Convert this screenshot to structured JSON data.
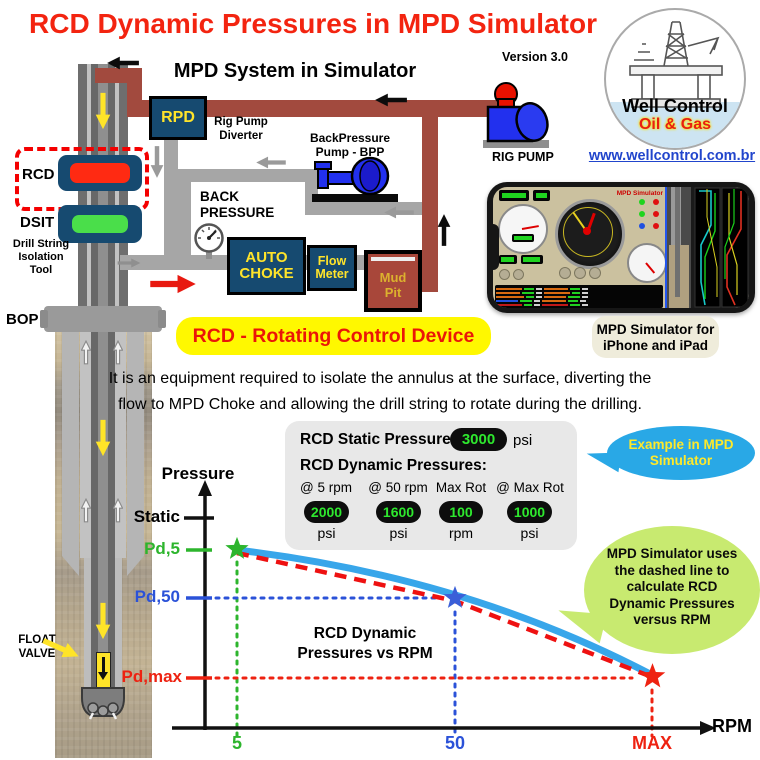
{
  "title": "RCD Dynamic Pressures in MPD Simulator",
  "version": "Version 3.0",
  "subtitle": "MPD System in Simulator",
  "logo": {
    "name": "Well Control",
    "tagline": "Oil & Gas"
  },
  "website": "www.wellcontrol.com.br",
  "diagram": {
    "rpd_label": "RPD",
    "rpd_caption_line1": "Rig Pump",
    "rpd_caption_line2": "Diverter",
    "rcd_label": "RCD",
    "dsit_label": "DSIT",
    "dsit_caption_line1": "Drill String",
    "dsit_caption_line2": "Isolation",
    "dsit_caption_line3": "Tool",
    "bop_label": "BOP",
    "float_valve_line1": "FLOAT",
    "float_valve_line2": "VALVE",
    "back_pressure_line1": "BACK",
    "back_pressure_line2": "PRESSURE",
    "bpp_caption_line1": "BackPressure",
    "bpp_caption_line2": "Pump - BPP",
    "rig_pump_label": "RIG PUMP",
    "auto_choke_line1": "AUTO",
    "auto_choke_line2": "CHOKE",
    "flow_meter_line1": "Flow",
    "flow_meter_line2": "Meter",
    "mud_pit_line1": "Mud",
    "mud_pit_line2": "Pit"
  },
  "banner": "RCD - Rotating Control Device",
  "description": {
    "line1": "It is an equipment required to isolate the annulus at the surface, diverting the",
    "line2": "flow to MPD Choke and allowing the drill string to rotate during the drilling."
  },
  "phone": {
    "screen_title": "MPD Simulator",
    "caption_line1": "MPD Simulator for",
    "caption_line2": "iPhone and iPad"
  },
  "panel": {
    "static_label": "RCD Static Pressure",
    "static_value": "3000",
    "static_unit": "psi",
    "dynamic_label": "RCD Dynamic Pressures:",
    "columns": [
      {
        "header": "@ 5 rpm",
        "value": "2000",
        "unit": "psi"
      },
      {
        "header": "@ 50 rpm",
        "value": "1600",
        "unit": "psi"
      },
      {
        "header": "Max Rot",
        "value": "100",
        "unit": "rpm"
      },
      {
        "header": "@ Max Rot",
        "value": "1000",
        "unit": "psi"
      }
    ]
  },
  "bubble_example": {
    "line1": "Example in MPD",
    "line2": "Simulator"
  },
  "bubble_note": {
    "line1": "MPD Simulator uses",
    "line2": "the dashed line to",
    "line3": "calculate RCD",
    "line4": "Dynamic Pressures",
    "line5": "versus RPM"
  },
  "chart": {
    "ylabel": "Pressure",
    "xlabel": "RPM",
    "y_tick_static": "Static",
    "y_tick_pd5": "Pd,5",
    "y_tick_pd50": "Pd,50",
    "y_tick_pdmax": "Pd,max",
    "x_tick_5": "5",
    "x_tick_50": "50",
    "x_tick_max": "MAX",
    "caption_line1": "RCD Dynamic",
    "caption_line2": "Pressures vs RPM"
  },
  "chart_data": {
    "type": "line",
    "title": "RCD Dynamic Pressures vs RPM",
    "xlabel": "RPM",
    "ylabel": "Pressure",
    "x": [
      5,
      50,
      100
    ],
    "x_tick_labels": [
      "5",
      "50",
      "MAX"
    ],
    "y_tick_labels": [
      "Static",
      "Pd,5",
      "Pd,50",
      "Pd,max"
    ],
    "series": [
      {
        "name": "RCD dynamic pressure curve",
        "style": "solid",
        "color": "#38a6ea",
        "values": [
          2000,
          1600,
          1000
        ]
      },
      {
        "name": "MPD Simulator dashed interpolation",
        "style": "dashed",
        "color": "#ee1111",
        "values": [
          2000,
          1600,
          1000
        ]
      }
    ],
    "reference_values": {
      "static_psi": 3000,
      "pd5_psi": 2000,
      "pd50_psi": 1600,
      "pdmax_psi": 1000,
      "max_rpm": 100
    },
    "legend": false,
    "grid": false
  }
}
